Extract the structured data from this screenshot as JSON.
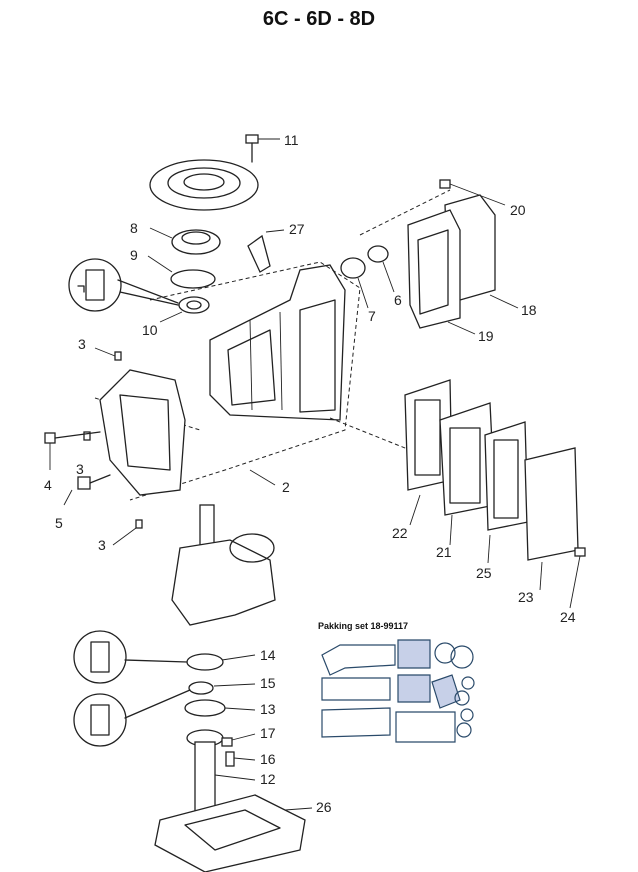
{
  "title": "6C - 6D - 8D",
  "callouts": [
    "11",
    "20",
    "27",
    "8",
    "9",
    "10",
    "6",
    "7",
    "18",
    "19",
    "3",
    "4",
    "5",
    "2",
    "22",
    "21",
    "25",
    "23",
    "24",
    "14",
    "15",
    "13",
    "17",
    "16",
    "12",
    "26"
  ],
  "inset_label": "Pakking set 18-99117"
}
